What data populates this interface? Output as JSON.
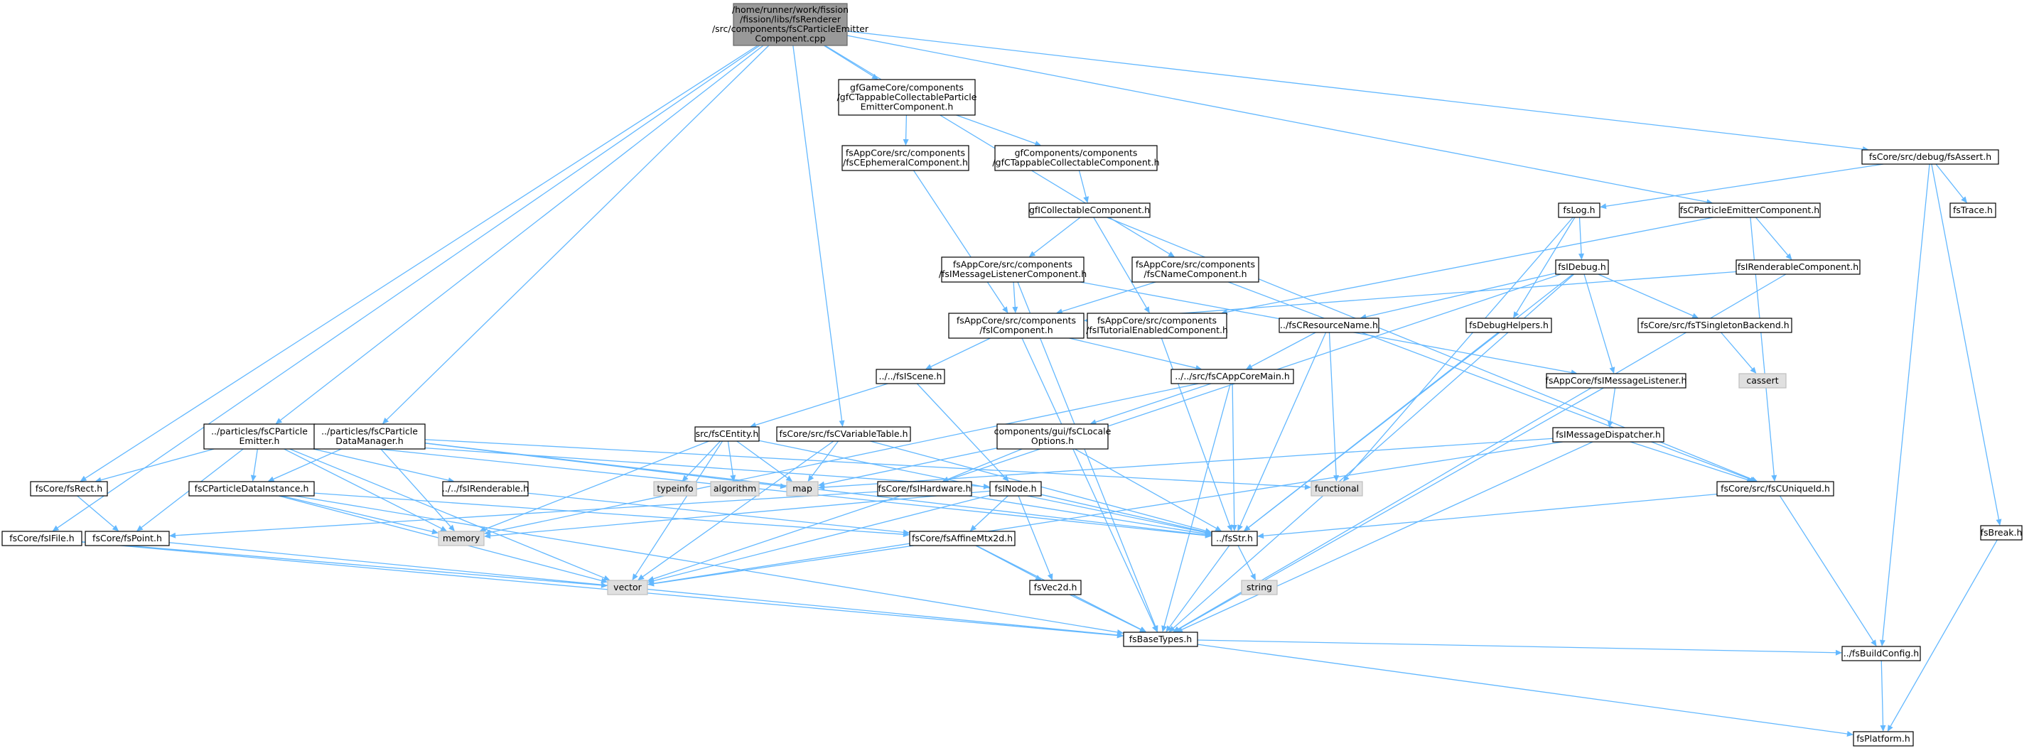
{
  "nodes": [
    {
      "id": "root",
      "lines": [
        "/home/runner/work/fission",
        "/fission/libs/fsRenderer",
        "/src/components/fsCParticleEmitter",
        "Component.cpp"
      ],
      "kind": "root"
    },
    {
      "id": "gfGame",
      "lines": [
        "gfGameCore/components",
        "/gfCTappableCollectableParticle",
        "EmitterComponent.h"
      ]
    },
    {
      "id": "fsEphemeral",
      "lines": [
        "fsAppCore/src/components",
        "/fsCEphemeralComponent.h"
      ]
    },
    {
      "id": "gfComp",
      "lines": [
        "gfComponents/components",
        "/gfCTappableCollectableComponent.h"
      ]
    },
    {
      "id": "gfICollect",
      "lines": [
        "gfICollectableComponent.h"
      ]
    },
    {
      "id": "fsIMsgListenerComp",
      "lines": [
        "fsAppCore/src/components",
        "/fsIMessageListenerComponent.h"
      ]
    },
    {
      "id": "fsCName",
      "lines": [
        "fsAppCore/src/components",
        "/fsCNameComponent.h"
      ]
    },
    {
      "id": "fsIComponent",
      "lines": [
        "fsAppCore/src/components",
        "/fsIComponent.h"
      ]
    },
    {
      "id": "fsITutorial",
      "lines": [
        "fsAppCore/src/components",
        "/fsITutorialEnabledComponent.h"
      ]
    },
    {
      "id": "fsIScene",
      "lines": [
        "../../fsIScene.h"
      ]
    },
    {
      "id": "fsCAppCoreMain",
      "lines": [
        "../../src/fsCAppCoreMain.h"
      ]
    },
    {
      "id": "fsCEntity",
      "lines": [
        "src/fsCEntity.h"
      ]
    },
    {
      "id": "fsCVarTable",
      "lines": [
        "fsCore/src/fsCVariableTable.h"
      ]
    },
    {
      "id": "guiLocale",
      "lines": [
        "components/gui/fsCLocale",
        "Options.h"
      ]
    },
    {
      "id": "fsIHardware",
      "lines": [
        "fsCore/fsIHardware.h"
      ]
    },
    {
      "id": "fsINode",
      "lines": [
        "fsINode.h"
      ]
    },
    {
      "id": "fsAffine",
      "lines": [
        "fsCore/fsAffineMtx2d.h"
      ]
    },
    {
      "id": "fsVec2d",
      "lines": [
        "fsVec2d.h"
      ]
    },
    {
      "id": "fsStr",
      "lines": [
        "../fsStr.h"
      ]
    },
    {
      "id": "fsBaseTypes",
      "lines": [
        "fsBaseTypes.h"
      ]
    },
    {
      "id": "particleEmitter",
      "lines": [
        "../particles/fsCParticle",
        "Emitter.h"
      ]
    },
    {
      "id": "particleDataMgr",
      "lines": [
        "../particles/fsCParticle",
        "DataManager.h"
      ]
    },
    {
      "id": "fsRect",
      "lines": [
        "fsCore/fsRect.h"
      ]
    },
    {
      "id": "fsPoint",
      "lines": [
        "fsCore/fsPoint.h"
      ]
    },
    {
      "id": "particleData",
      "lines": [
        "fsCParticleDataInstance.h"
      ]
    },
    {
      "id": "fsIRenderable",
      "lines": [
        "../../fsIRenderable.h"
      ]
    },
    {
      "id": "fsIFile",
      "lines": [
        "fsCore/fsIFile.h"
      ]
    },
    {
      "id": "fsAssert",
      "lines": [
        "fsCore/src/debug/fsAssert.h"
      ]
    },
    {
      "id": "fsLog",
      "lines": [
        "fsLog.h"
      ]
    },
    {
      "id": "fsIDebug",
      "lines": [
        "fsIDebug.h"
      ]
    },
    {
      "id": "fsTrace",
      "lines": [
        "fsTrace.h"
      ]
    },
    {
      "id": "fsBreak",
      "lines": [
        "fsBreak.h"
      ]
    },
    {
      "id": "fsCPEComp",
      "lines": [
        "fsCParticleEmitterComponent.h"
      ]
    },
    {
      "id": "fsIRenderableComp",
      "lines": [
        "fsIRenderableComponent.h"
      ]
    },
    {
      "id": "fsCResName",
      "lines": [
        "../fsCResourceName.h"
      ]
    },
    {
      "id": "fsDebugHelpers",
      "lines": [
        "fsDebugHelpers.h"
      ]
    },
    {
      "id": "fsTSingleton",
      "lines": [
        "fsCore/src/fsTSingletonBackend.h"
      ]
    },
    {
      "id": "cassert",
      "lines": [
        "cassert"
      ],
      "kind": "sys"
    },
    {
      "id": "fsIMsgListener",
      "lines": [
        "fsAppCore/fsIMessageListener.h"
      ]
    },
    {
      "id": "fsIMsgDispatcher",
      "lines": [
        "fsIMessageDispatcher.h"
      ]
    },
    {
      "id": "fsCUniqueId",
      "lines": [
        "fsCore/src/fsCUniqueId.h"
      ]
    },
    {
      "id": "fsBuildConfig",
      "lines": [
        "../fsBuildConfig.h"
      ]
    },
    {
      "id": "fsPlatform",
      "lines": [
        "fsPlatform.h"
      ]
    },
    {
      "id": "functional",
      "lines": [
        "functional"
      ],
      "kind": "sys"
    },
    {
      "id": "map",
      "lines": [
        "map"
      ],
      "kind": "sys"
    },
    {
      "id": "typeinfo",
      "lines": [
        "typeinfo"
      ],
      "kind": "sys"
    },
    {
      "id": "algorithm",
      "lines": [
        "algorithm"
      ],
      "kind": "sys"
    },
    {
      "id": "memory",
      "lines": [
        "memory"
      ],
      "kind": "sys"
    },
    {
      "id": "vector",
      "lines": [
        "vector"
      ],
      "kind": "sys"
    },
    {
      "id": "string",
      "lines": [
        "string"
      ],
      "kind": "sys"
    }
  ],
  "edges": [
    [
      "root",
      "gfGame"
    ],
    [
      "root",
      "fsCName"
    ],
    [
      "root",
      "fsCVarTable"
    ],
    [
      "root",
      "particleEmitter"
    ],
    [
      "root",
      "particleDataMgr"
    ],
    [
      "root",
      "fsRect"
    ],
    [
      "root",
      "fsIFile"
    ],
    [
      "root",
      "fsAssert"
    ],
    [
      "root",
      "fsCPEComp"
    ],
    [
      "gfGame",
      "fsEphemeral"
    ],
    [
      "gfGame",
      "gfComp"
    ],
    [
      "fsEphemeral",
      "fsIComponent"
    ],
    [
      "gfComp",
      "gfICollect"
    ],
    [
      "gfICollect",
      "fsIMsgListenerComp"
    ],
    [
      "gfICollect",
      "fsITutorial"
    ],
    [
      "gfICollect",
      "fsCUniqueId"
    ],
    [
      "fsIMsgListenerComp",
      "fsIComponent"
    ],
    [
      "fsIMsgListenerComp",
      "fsIMsgListener"
    ],
    [
      "fsIMsgListenerComp",
      "fsBaseTypes"
    ],
    [
      "fsCName",
      "fsIComponent"
    ],
    [
      "fsCName",
      "fsCUniqueId"
    ],
    [
      "fsITutorial",
      "fsStr"
    ],
    [
      "fsIComponent",
      "fsIScene"
    ],
    [
      "fsIComponent",
      "fsCAppCoreMain"
    ],
    [
      "fsIComponent",
      "fsBaseTypes"
    ],
    [
      "fsIScene",
      "fsCEntity"
    ],
    [
      "fsIScene",
      "fsINode"
    ],
    [
      "fsCAppCoreMain",
      "guiLocale"
    ],
    [
      "fsCAppCoreMain",
      "fsStr"
    ],
    [
      "fsCAppCoreMain",
      "fsBaseTypes"
    ],
    [
      "fsCAppCoreMain",
      "memory"
    ],
    [
      "fsCEntity",
      "typeinfo"
    ],
    [
      "fsCEntity",
      "algorithm"
    ],
    [
      "fsCEntity",
      "map"
    ],
    [
      "fsCEntity",
      "memory"
    ],
    [
      "fsCEntity",
      "vector"
    ],
    [
      "fsCEntity",
      "fsStr"
    ],
    [
      "fsCVarTable",
      "map"
    ],
    [
      "fsCVarTable",
      "vector"
    ],
    [
      "fsCVarTable",
      "fsStr"
    ],
    [
      "guiLocale",
      "fsIHardware"
    ],
    [
      "guiLocale",
      "map"
    ],
    [
      "guiLocale",
      "fsStr"
    ],
    [
      "fsIHardware",
      "fsPoint"
    ],
    [
      "fsIHardware",
      "fsStr"
    ],
    [
      "fsINode",
      "fsAffine"
    ],
    [
      "fsINode",
      "fsVec2d"
    ],
    [
      "fsINode",
      "vector"
    ],
    [
      "fsINode",
      "fsStr"
    ],
    [
      "fsINode",
      "memory"
    ],
    [
      "fsAffine",
      "fsVec2d"
    ],
    [
      "fsAffine",
      "fsBaseTypes"
    ],
    [
      "fsAffine",
      "vector"
    ],
    [
      "fsVec2d",
      "fsBaseTypes"
    ],
    [
      "fsStr",
      "fsBaseTypes"
    ],
    [
      "fsStr",
      "string"
    ],
    [
      "fsBaseTypes",
      "fsBuildConfig"
    ],
    [
      "fsBaseTypes",
      "fsPlatform"
    ],
    [
      "fsBuildConfig",
      "fsPlatform"
    ],
    [
      "particleEmitter",
      "fsRect"
    ],
    [
      "particleEmitter",
      "fsPoint"
    ],
    [
      "particleEmitter",
      "particleData"
    ],
    [
      "particleEmitter",
      "fsIRenderable"
    ],
    [
      "particleEmitter",
      "fsINode"
    ],
    [
      "particleEmitter",
      "memory"
    ],
    [
      "particleEmitter",
      "vector"
    ],
    [
      "particleEmitter",
      "fsStr"
    ],
    [
      "particleDataMgr",
      "particleData"
    ],
    [
      "particleDataMgr",
      "map"
    ],
    [
      "particleDataMgr",
      "memory"
    ],
    [
      "particleDataMgr",
      "fsStr"
    ],
    [
      "particleDataMgr",
      "functional"
    ],
    [
      "fsRect",
      "fsPoint"
    ],
    [
      "fsPoint",
      "fsBaseTypes"
    ],
    [
      "particleData",
      "fsAffine"
    ],
    [
      "particleData",
      "memory"
    ],
    [
      "particleData",
      "vector"
    ],
    [
      "particleData",
      "fsBaseTypes"
    ],
    [
      "fsIRenderable",
      "fsAffine"
    ],
    [
      "fsIFile",
      "fsBaseTypes"
    ],
    [
      "fsIFile",
      "vector"
    ],
    [
      "fsAssert",
      "fsLog"
    ],
    [
      "fsAssert",
      "fsTrace"
    ],
    [
      "fsAssert",
      "fsBreak"
    ],
    [
      "fsAssert",
      "fsBuildConfig"
    ],
    [
      "fsLog",
      "fsIDebug"
    ],
    [
      "fsLog",
      "fsDebugHelpers"
    ],
    [
      "fsLog",
      "functional"
    ],
    [
      "fsIDebug",
      "fsCResName"
    ],
    [
      "fsIDebug",
      "fsTSingleton"
    ],
    [
      "fsIDebug",
      "fsIMsgListener"
    ],
    [
      "fsIDebug",
      "fsStr"
    ],
    [
      "fsIDebug",
      "vector"
    ],
    [
      "fsIDebug",
      "fsBaseTypes"
    ],
    [
      "fsBreak",
      "fsPlatform"
    ],
    [
      "fsCPEComp",
      "fsIRenderableComp"
    ],
    [
      "fsCPEComp",
      "fsCUniqueId"
    ],
    [
      "fsCPEComp",
      "fsITutorial"
    ],
    [
      "fsIRenderableComp",
      "fsIComponent"
    ],
    [
      "fsIRenderableComp",
      "fsBaseTypes"
    ],
    [
      "fsCResName",
      "fsCAppCoreMain"
    ],
    [
      "fsCResName",
      "functional"
    ],
    [
      "fsCResName",
      "fsStr"
    ],
    [
      "fsDebugHelpers",
      "fsStr"
    ],
    [
      "fsTSingleton",
      "cassert"
    ],
    [
      "fsIMsgListener",
      "fsIMsgDispatcher"
    ],
    [
      "fsIMsgListener",
      "fsBaseTypes"
    ],
    [
      "fsIMsgDispatcher",
      "fsCUniqueId"
    ],
    [
      "fsIMsgDispatcher",
      "map"
    ],
    [
      "fsIMsgDispatcher",
      "vector"
    ],
    [
      "fsIMsgDispatcher",
      "fsBaseTypes"
    ],
    [
      "fsCUniqueId",
      "fsStr"
    ],
    [
      "fsCUniqueId",
      "fsBuildConfig"
    ]
  ]
}
